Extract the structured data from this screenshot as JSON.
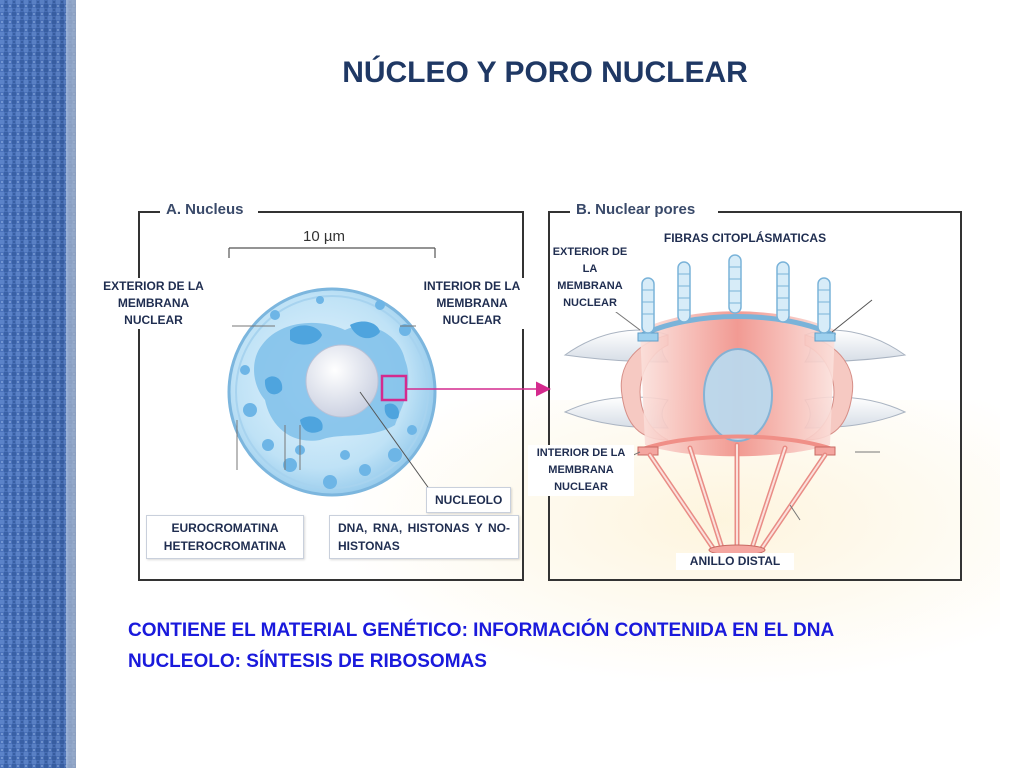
{
  "title": "NÚCLEO Y PORO NUCLEAR",
  "panel_a": {
    "heading": "A. Nucleus",
    "scale": "10 µm",
    "labels": {
      "exterior": "EXTERIOR DE LA MEMBRANA NUCLEAR",
      "interior": "INTERIOR DE LA MEMBRANA NUCLEAR",
      "nucleolo": "NUCLEOLO",
      "cromatina": "EUROCROMATINA HETEROCROMATINA",
      "dna": "DNA, RNA, HISTONAS Y NO-HISTONAS"
    }
  },
  "panel_b": {
    "heading": "B. Nuclear pores",
    "labels": {
      "fibras": "FIBRAS CITOPLÁSMATICAS",
      "exterior": "EXTERIOR DE LA MEMBRANA NUCLEAR",
      "interior": "INTERIOR DE LA MEMBRANA NUCLEAR",
      "anillo": "ANILLO DISTAL"
    }
  },
  "statements": [
    "CONTIENE EL MATERIAL GENÉTICO: INFORMACIÓN CONTENIDA EN EL DNA",
    "NUCLEOLO: SÍNTESIS DE RIBOSOMAS"
  ],
  "colors": {
    "title": "#1f3864",
    "statement": "#1a1adc",
    "sidebar": "#3d66b0",
    "nucleus": "#bfe2f6",
    "pore": "#f4a6a0"
  }
}
